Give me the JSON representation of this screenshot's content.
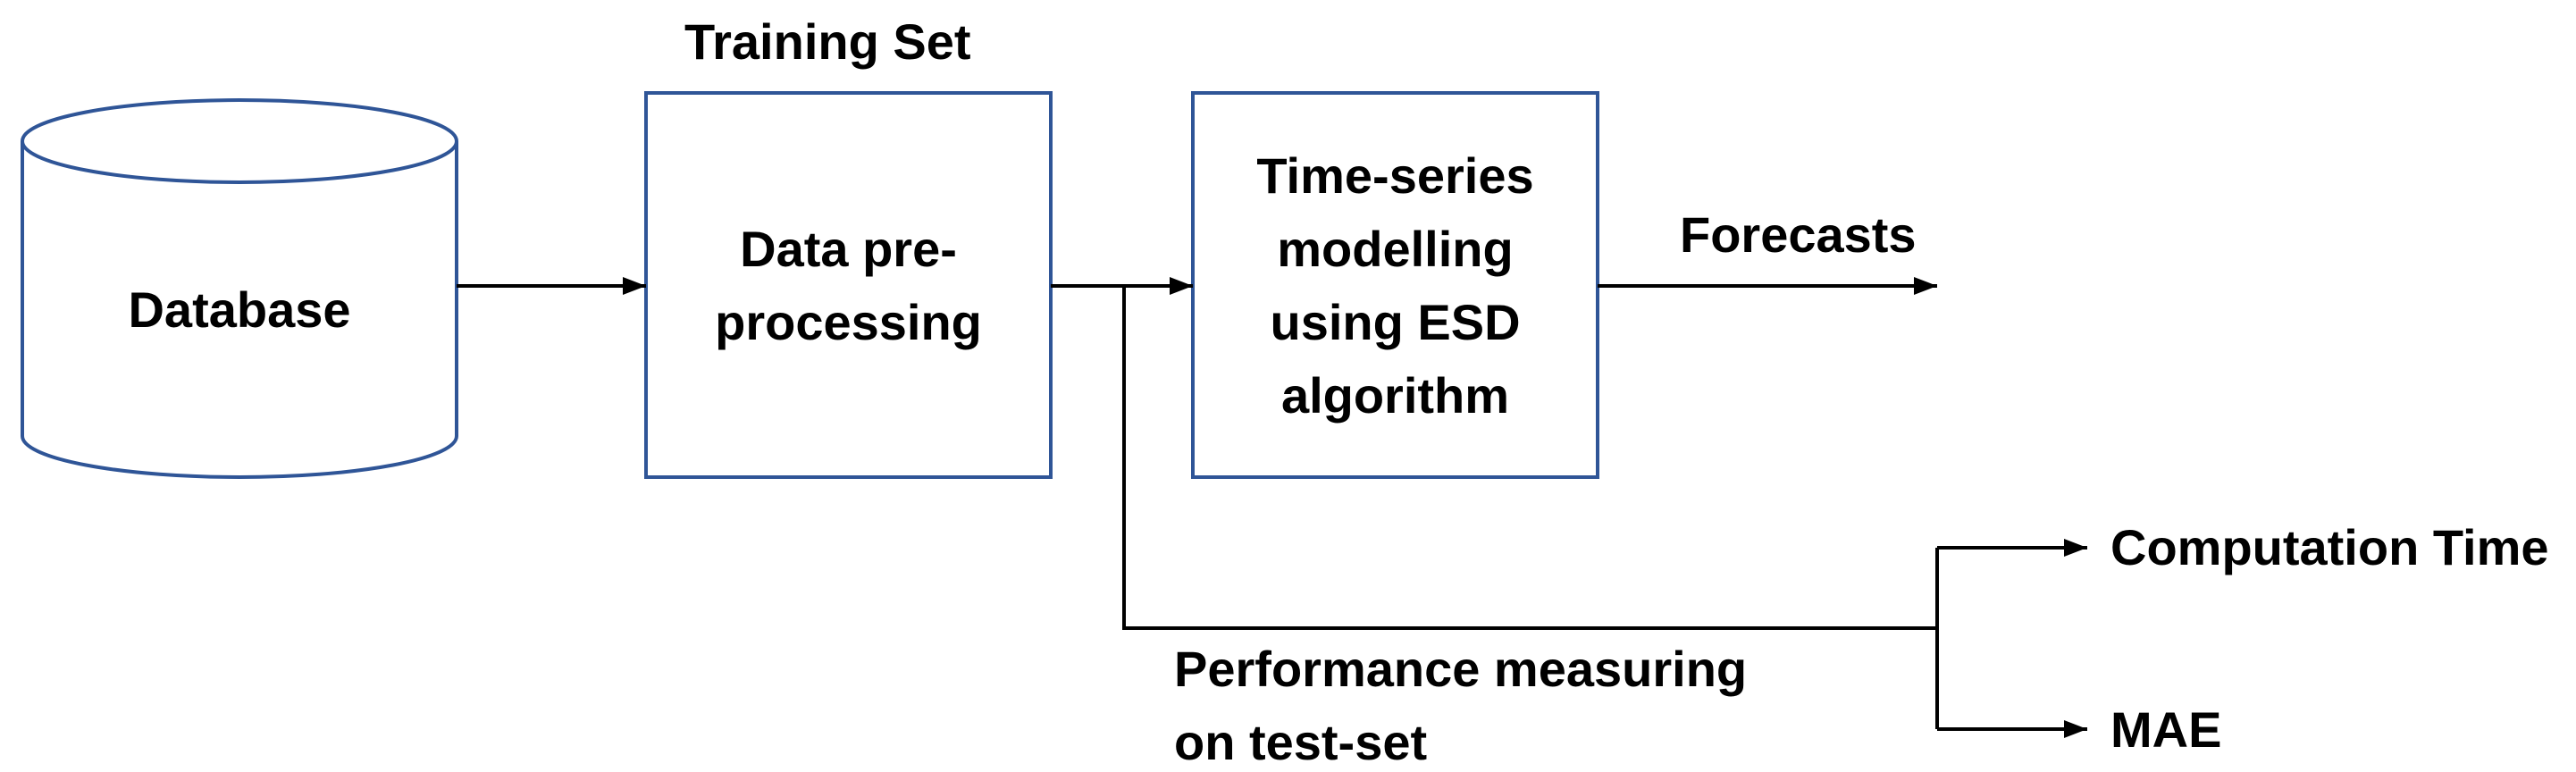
{
  "colors": {
    "box_stroke": "#2F5597",
    "line": "#000000",
    "text": "#000000",
    "background": "#FFFFFF"
  },
  "nodes": {
    "database": "Database",
    "training_set": "Training Set",
    "preprocessing": "Data pre-\nprocessing",
    "modelling": "Time-series\nmodelling\nusing ESD\nalgorithm",
    "forecasts": "Forecasts",
    "performance": "Performance measuring\non test-set",
    "computation_time": "Computation Time",
    "mae": "MAE"
  }
}
